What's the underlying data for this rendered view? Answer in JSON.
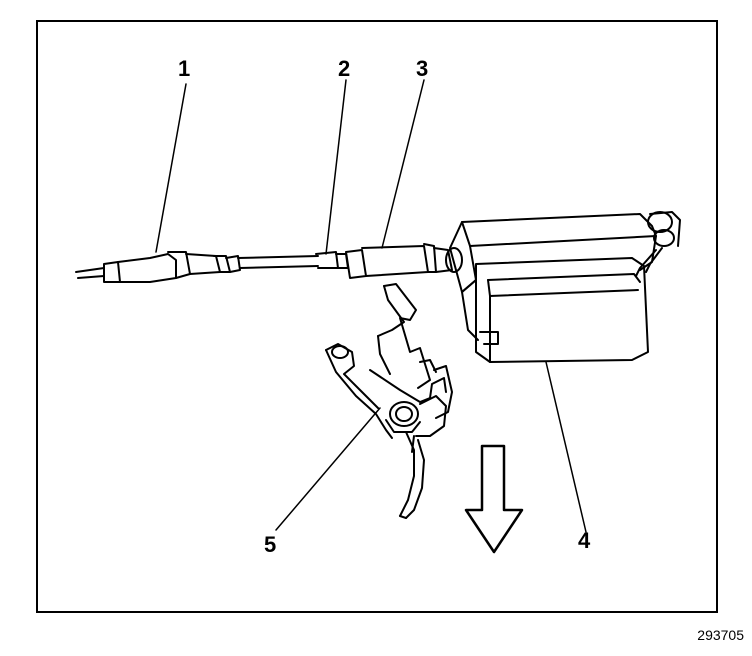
{
  "callouts": [
    {
      "id": "1",
      "label": "1"
    },
    {
      "id": "2",
      "label": "2"
    },
    {
      "id": "3",
      "label": "3"
    },
    {
      "id": "4",
      "label": "4"
    },
    {
      "id": "5",
      "label": "5"
    }
  ],
  "figure_id": "293705",
  "colors": {
    "ink": "#000000",
    "paper": "#ffffff"
  }
}
